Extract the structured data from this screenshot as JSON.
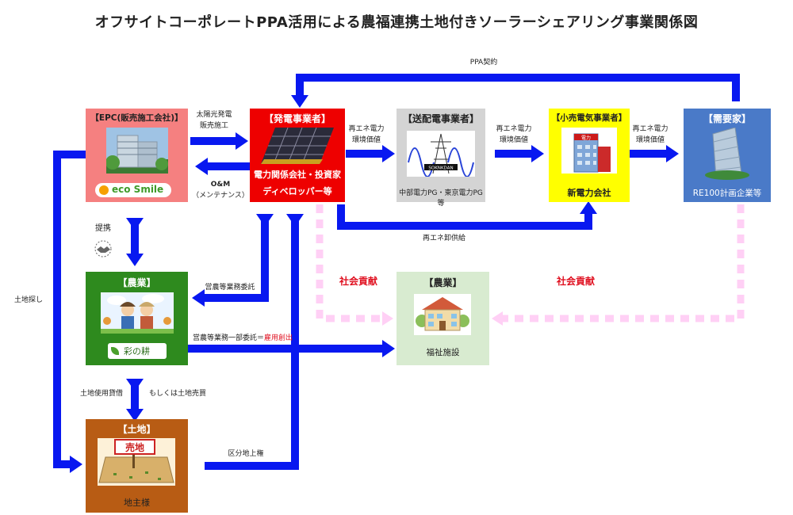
{
  "title": "オフサイトコーポレートPPA活用による農福連携土地付きソーラーシェアリング事業関係図",
  "boxes": {
    "epc": {
      "title": "【EPC(販売施工会社)】",
      "logo": "eco Smile"
    },
    "power_gen": {
      "title": "【発電事業者】",
      "line1": "電力関係会社・投資家",
      "line2": "ディベロッパー等"
    },
    "transmission": {
      "title": "【送配電事業者】",
      "line1": "中部電力PG・東京電力PG等",
      "sign": "SOKNKDAN"
    },
    "retail": {
      "title": "【小売電気事業者】",
      "line1": "新電力会社",
      "sign": "電力"
    },
    "demand": {
      "title": "【需要家】",
      "line1": "RE100計画企業等"
    },
    "agri_left": {
      "title": "【農業】",
      "logo": "彩の耕"
    },
    "agri_right": {
      "title": "【農業】",
      "line1": "福祉施設"
    },
    "land": {
      "title": "【土地】",
      "line1": "地主様",
      "sign": "売地"
    }
  },
  "labels": {
    "ppa": "PPA契約",
    "solar_sales_1": "太陽光発電",
    "solar_sales_2": "販売施工",
    "om_1": "O&M",
    "om_2": "（メンテナンス）",
    "re_power_1a": "再エネ電力",
    "re_power_1b": "環境価値",
    "re_power_2a": "再エネ電力",
    "re_power_2b": "環境価値",
    "re_power_3a": "再エネ電力",
    "re_power_3b": "環境価値",
    "wholesale": "再エネ卸供給",
    "partnership": "提携",
    "social_1": "社会貢献",
    "social_2": "社会貢献",
    "farm_consign": "営農等業務委託",
    "farm_partial": "営農等業務一部委託＝",
    "employment": "雇用創出",
    "land_search": "土地探し",
    "land_lease": "土地使用貸借",
    "land_sale": "もしくは土地売買",
    "surface_right": "区分地上権"
  },
  "colors": {
    "arrow": "#0818f0",
    "dashed": "#ffd0f5",
    "epc": "#f58080",
    "power_gen": "#ee0000",
    "transmission": "#d4d4d4",
    "retail": "#ffff00",
    "demand": "#4a7ac8",
    "agri_left": "#2e8a1e",
    "agri_right": "#d8ebd0",
    "land": "#b85c14"
  }
}
